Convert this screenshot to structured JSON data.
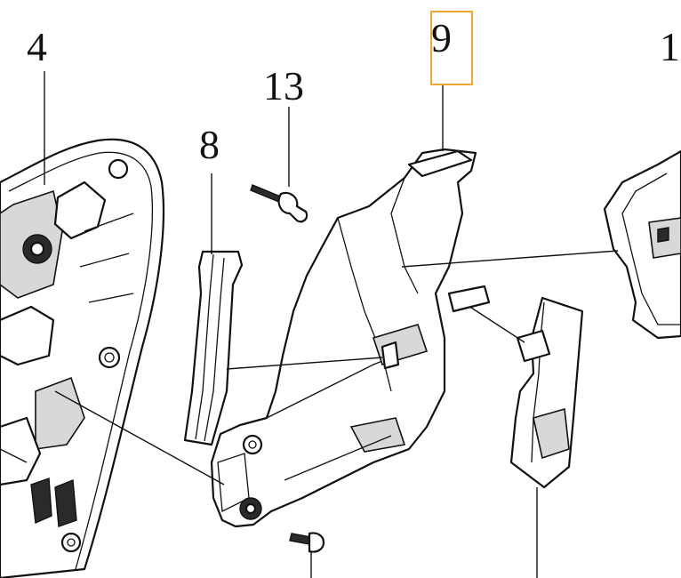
{
  "diagram": {
    "callouts": [
      {
        "id": "4",
        "label": "4"
      },
      {
        "id": "13",
        "label": "13"
      },
      {
        "id": "8",
        "label": "8"
      },
      {
        "id": "9",
        "label": "9",
        "highlighted": true
      },
      {
        "id": "1",
        "label": "1"
      }
    ],
    "highlight_color": "#f0a72c",
    "line_color": "#111111",
    "shade_color": "#d8d8d8"
  }
}
